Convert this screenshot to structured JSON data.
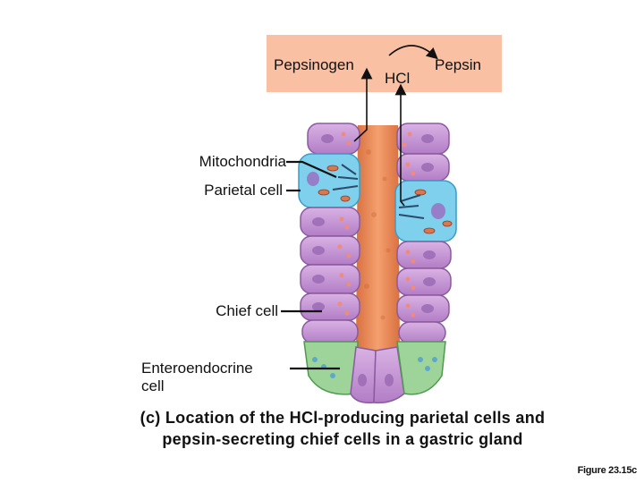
{
  "labels": {
    "pepsinogen": "Pepsinogen",
    "hcl": "HCl",
    "pepsin": "Pepsin",
    "mitochondria": "Mitochondria",
    "parietal_cell": "Parietal cell",
    "chief_cell": "Chief cell",
    "enteroendocrine_line1": "Enteroendocrine",
    "enteroendocrine_line2": "cell"
  },
  "caption": {
    "line1": "(c) Location of the HCl-producing parietal cells and",
    "line2": "pepsin-secreting chief cells in a gastric gland"
  },
  "figure_ref": "Figure 23.15c",
  "colors": {
    "reaction_box": "#f9c0a4",
    "chief_cell": "#c99ad6",
    "parietal_cell": "#7fd0ec",
    "enteroendocrine_cell": "#9ed39a",
    "lumen": "#e98b58",
    "granule": "#f28a7a"
  }
}
